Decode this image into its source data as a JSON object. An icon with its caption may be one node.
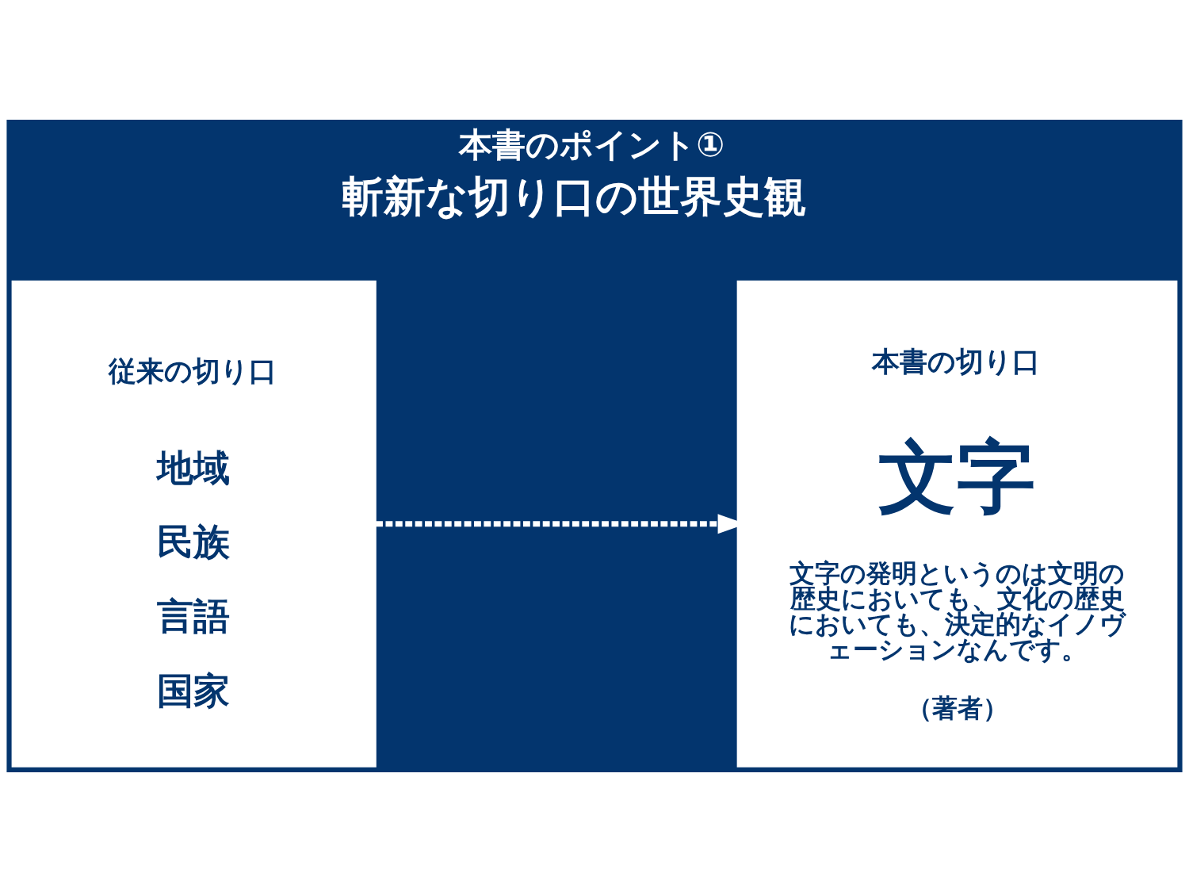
{
  "diagram": {
    "title": "本書のポイント①",
    "nodes": [
      {
        "text": [
          "従来の切り口",
          "地域",
          "民族",
          "言語",
          "国家"
        ]
      },
      {
        "text": [
          "本書の切り口",
          "文字",
          "文字の発明というのは文明の歴史においても、文化の歴史においても、決定的なイノヴェーションなんです。",
          "（著者）"
        ]
      }
    ],
    "edges": [
      {
        "from": 0,
        "to": 1,
        "arrow": "to",
        "style": "dashed"
      }
    ],
    "labels": [
      "斬新な切り口の世界史観"
    ]
  }
}
